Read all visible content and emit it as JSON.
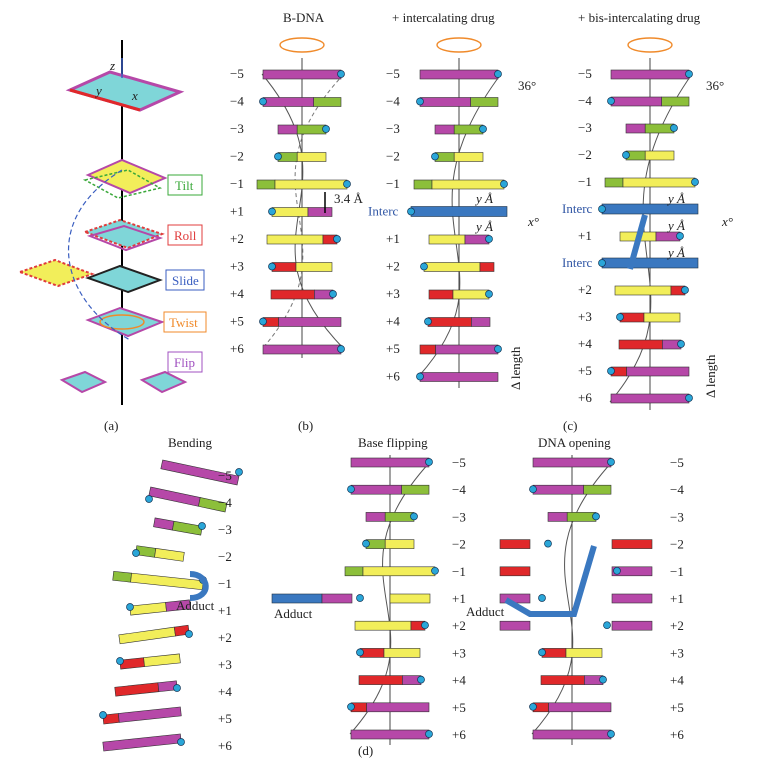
{
  "figure": {
    "panel_labels": {
      "a": "(a)",
      "b": "(b)",
      "c": "(c)",
      "d": "(d)"
    },
    "panel_a": {
      "axis_z": "z",
      "axis_y": "y",
      "axis_x": "x",
      "legend": [
        {
          "label": "Tilt",
          "color": "#3aa83a"
        },
        {
          "label": "Roll",
          "color": "#e03c3c"
        },
        {
          "label": "Slide",
          "color": "#3a5ec0"
        },
        {
          "label": "Twist",
          "color": "#f08a2a"
        },
        {
          "label": "Flip",
          "color": "#a050c0"
        }
      ]
    },
    "panel_b": {
      "title": "B-DNA",
      "steps": [
        "−5",
        "−4",
        "−3",
        "−2",
        "−1",
        "+1",
        "+2",
        "+3",
        "+4",
        "+5",
        "+6"
      ],
      "rise_label": "3.4 Å"
    },
    "panel_c1": {
      "title": "+ intercalating drug",
      "steps": [
        "−5",
        "−4",
        "−3",
        "−2",
        "−1",
        "Interc",
        "+1",
        "+2",
        "+3",
        "+4",
        "+5",
        "+6"
      ],
      "angle_label": "36°",
      "rise_y1": "y Å",
      "rise_y2": "y Å",
      "unwind_label": "x°",
      "length_label": "Δ length"
    },
    "panel_c2": {
      "title": "+ bis-intercalating drug",
      "steps": [
        "−5",
        "−4",
        "−3",
        "−2",
        "−1",
        "Interc",
        "+1",
        "Interc",
        "+2",
        "+3",
        "+4",
        "+5",
        "+6"
      ],
      "angle_label": "36°",
      "rise_y1": "y Å",
      "rise_y2": "y Å",
      "rise_y3": "y Å",
      "unwind_label": "x°",
      "length_label": "Δ length"
    },
    "panel_d1": {
      "title": "Bending",
      "steps": [
        "−5",
        "−4",
        "−3",
        "−2",
        "−1",
        "+1",
        "+2",
        "+3",
        "+4",
        "+5",
        "+6"
      ],
      "adduct_label": "Adduct"
    },
    "panel_d2": {
      "title": "Base flipping",
      "steps": [
        "−5",
        "−4",
        "−3",
        "−2",
        "−1",
        "+1",
        "+2",
        "+3",
        "+4",
        "+5",
        "+6"
      ],
      "adduct_label": "Adduct"
    },
    "panel_d3": {
      "title": "DNA opening",
      "steps": [
        "−5",
        "−4",
        "−3",
        "−2",
        "−1",
        "+1",
        "+2",
        "+3",
        "+4",
        "+5",
        "+6"
      ],
      "adduct_label": "Adduct"
    },
    "colors": {
      "purple": "#b648a8",
      "green": "#8cbf3a",
      "yellow": "#f2ee5a",
      "red": "#e0282a",
      "cyan": "#7fd6d8",
      "blue_drug": "#3a78c0",
      "orange": "#f08a2a",
      "node": "#2aa6d8"
    }
  }
}
